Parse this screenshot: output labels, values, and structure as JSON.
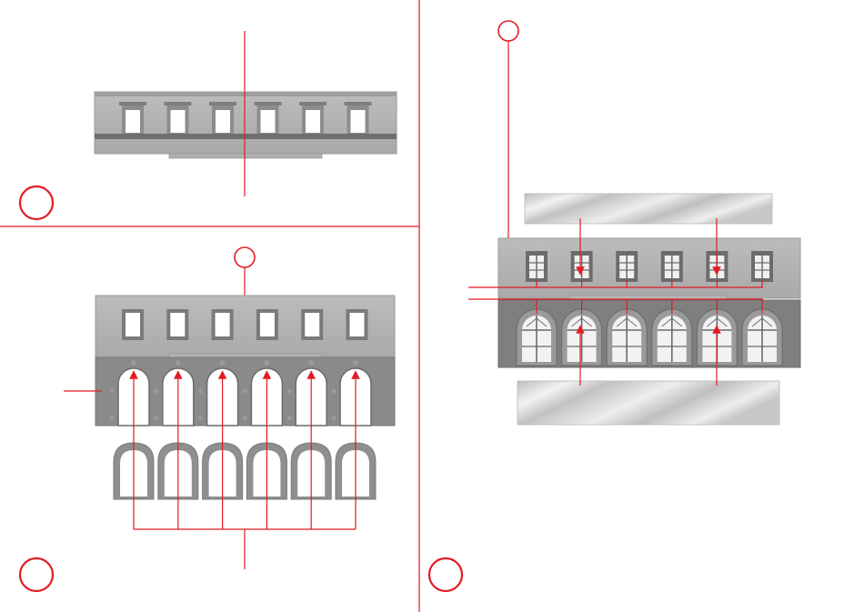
{
  "colors": {
    "accent_red": "#e31b23",
    "wall_light": "#b3b3b3",
    "wall_mid": "#a0a0a0",
    "wall_dark": "#858585",
    "trim_dark": "#6a6a6a",
    "glass_light": "#ececec",
    "glass_mid": "#c4c4c4"
  },
  "steps": [
    {
      "id": "step-1",
      "label": ""
    },
    {
      "id": "step-2",
      "label": ""
    },
    {
      "id": "step-3",
      "label": ""
    }
  ],
  "callouts": [
    {
      "id": "callout-top-right",
      "label": ""
    },
    {
      "id": "callout-bottom-left",
      "label": ""
    }
  ],
  "counts": {
    "upper_windows_per_panel": 6,
    "arches_per_panel": 6,
    "arch_inserts": 6,
    "glazing_strips": 2
  }
}
